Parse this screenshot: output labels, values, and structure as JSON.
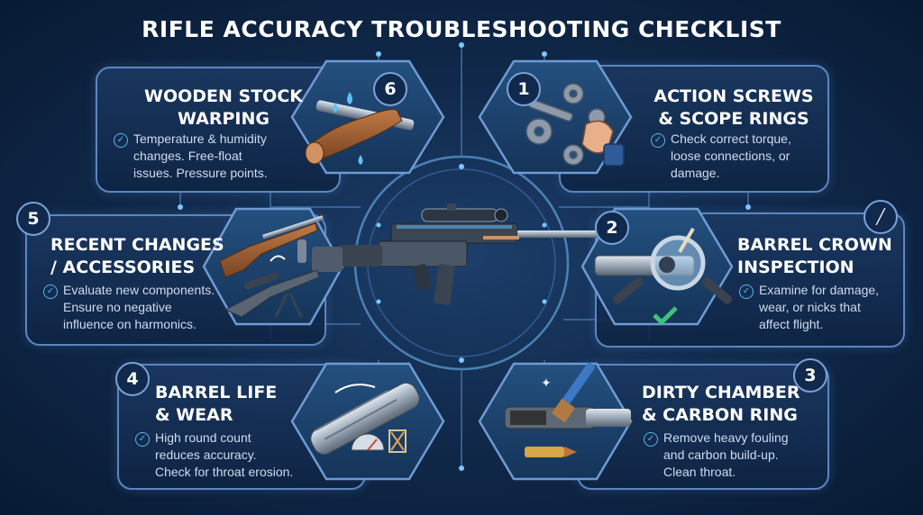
{
  "title": "RIFLE ACCURACY TROUBLESHOOTING CHECKLIST",
  "items": [
    {
      "number": "1",
      "heading": "ACTION SCREWS\n& SCOPE RINGS",
      "text": "Check correct torque,\nloose connections, or\ndamage.",
      "icon": "wrench-gears-icon"
    },
    {
      "number": "2",
      "heading": "BARREL CROWN\nINSPECTION",
      "text": "Examine for damage,\nwear, or nicks that\naffect flight.",
      "icon": "magnifier-barrel-icon"
    },
    {
      "number": "3",
      "heading": "DIRTY CHAMBER\n& CARBON RING",
      "text": "Remove heavy fouling\nand carbon build-up.\nClean throat.",
      "icon": "cleaning-brush-icon"
    },
    {
      "number": "4",
      "heading": "BARREL LIFE\n& WEAR",
      "text": "High round count\nreduces accuracy.\nCheck for throat erosion.",
      "icon": "rifled-barrel-icon"
    },
    {
      "number": "5",
      "heading": "RECENT CHANGES\n/ ACCESSORIES",
      "text": "Evaluate new components.\nEnsure no negative\ninfluence on harmonics.",
      "icon": "rifles-icon"
    },
    {
      "number": "6",
      "heading": "WOODEN STOCK\nWARPING",
      "text": "Temperature & humidity\nchanges. Free-float\nissues. Pressure points.",
      "icon": "wood-stock-icon"
    }
  ],
  "colors": {
    "accent": "#58b7e6",
    "border": "#5c86bf",
    "check": "#3fc27a"
  }
}
